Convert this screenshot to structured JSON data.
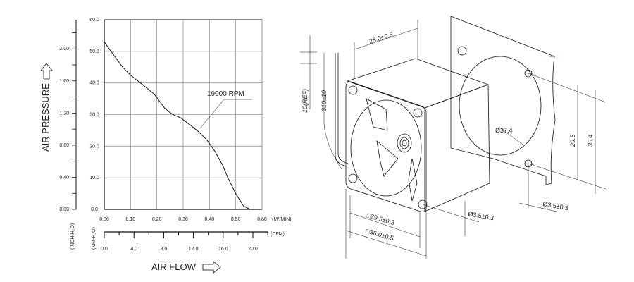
{
  "chart_data": {
    "type": "line",
    "title": "",
    "xlabel": "AIR FLOW",
    "ylabel": "AIR PRESSURE",
    "x_unit": "(M³/MIN)",
    "x_ticks": [
      "0.00",
      "0.10",
      "0.20",
      "0.30",
      "0.40",
      "0.50",
      "0.60"
    ],
    "xlim": [
      0,
      0.6
    ],
    "y_unit": "(MM-H₂O)",
    "y_ticks": [
      "0.0",
      "10.0",
      "20.0",
      "30.0",
      "40.0",
      "50.0",
      "60.0"
    ],
    "ylim": [
      0,
      60
    ],
    "y2_unit": "(INCH-H₂O)",
    "y2_ticks": [
      "0.00",
      "0.40",
      "0.80",
      "1.20",
      "1.60",
      "2.00"
    ],
    "x2_unit": "(CFM)",
    "x2_ticks": [
      "0.0",
      "4.0",
      "8.0",
      "12.0",
      "16.0",
      "20.0"
    ],
    "grid": true,
    "series": [
      {
        "name": "19000 RPM",
        "x": [
          0,
          0.03,
          0.07,
          0.1,
          0.13,
          0.16,
          0.19,
          0.23,
          0.26,
          0.29,
          0.33,
          0.36,
          0.39,
          0.42,
          0.45,
          0.47,
          0.5,
          0.53,
          0.555
        ],
        "y": [
          53,
          49.5,
          45,
          42.5,
          40.5,
          38.5,
          36.5,
          32,
          30,
          29,
          26.5,
          24.5,
          22,
          18.5,
          14,
          10,
          5,
          1,
          0
        ]
      }
    ]
  },
  "drawing": {
    "dim_depth": "28.0±0.5",
    "dim_ref": "10(REF)",
    "dim_lead": "310±10",
    "dim_diameter": "Ø37.4",
    "dim_hole_pitch_v": "29.5",
    "dim_outer_v": "35.4",
    "dim_hole_front": "Ø3.5±0.3",
    "dim_hole_back": "Ø3.5±0.3",
    "dim_hole_pitch_h": "29.5±0.3",
    "dim_outer_h": "36.0±0.5"
  }
}
